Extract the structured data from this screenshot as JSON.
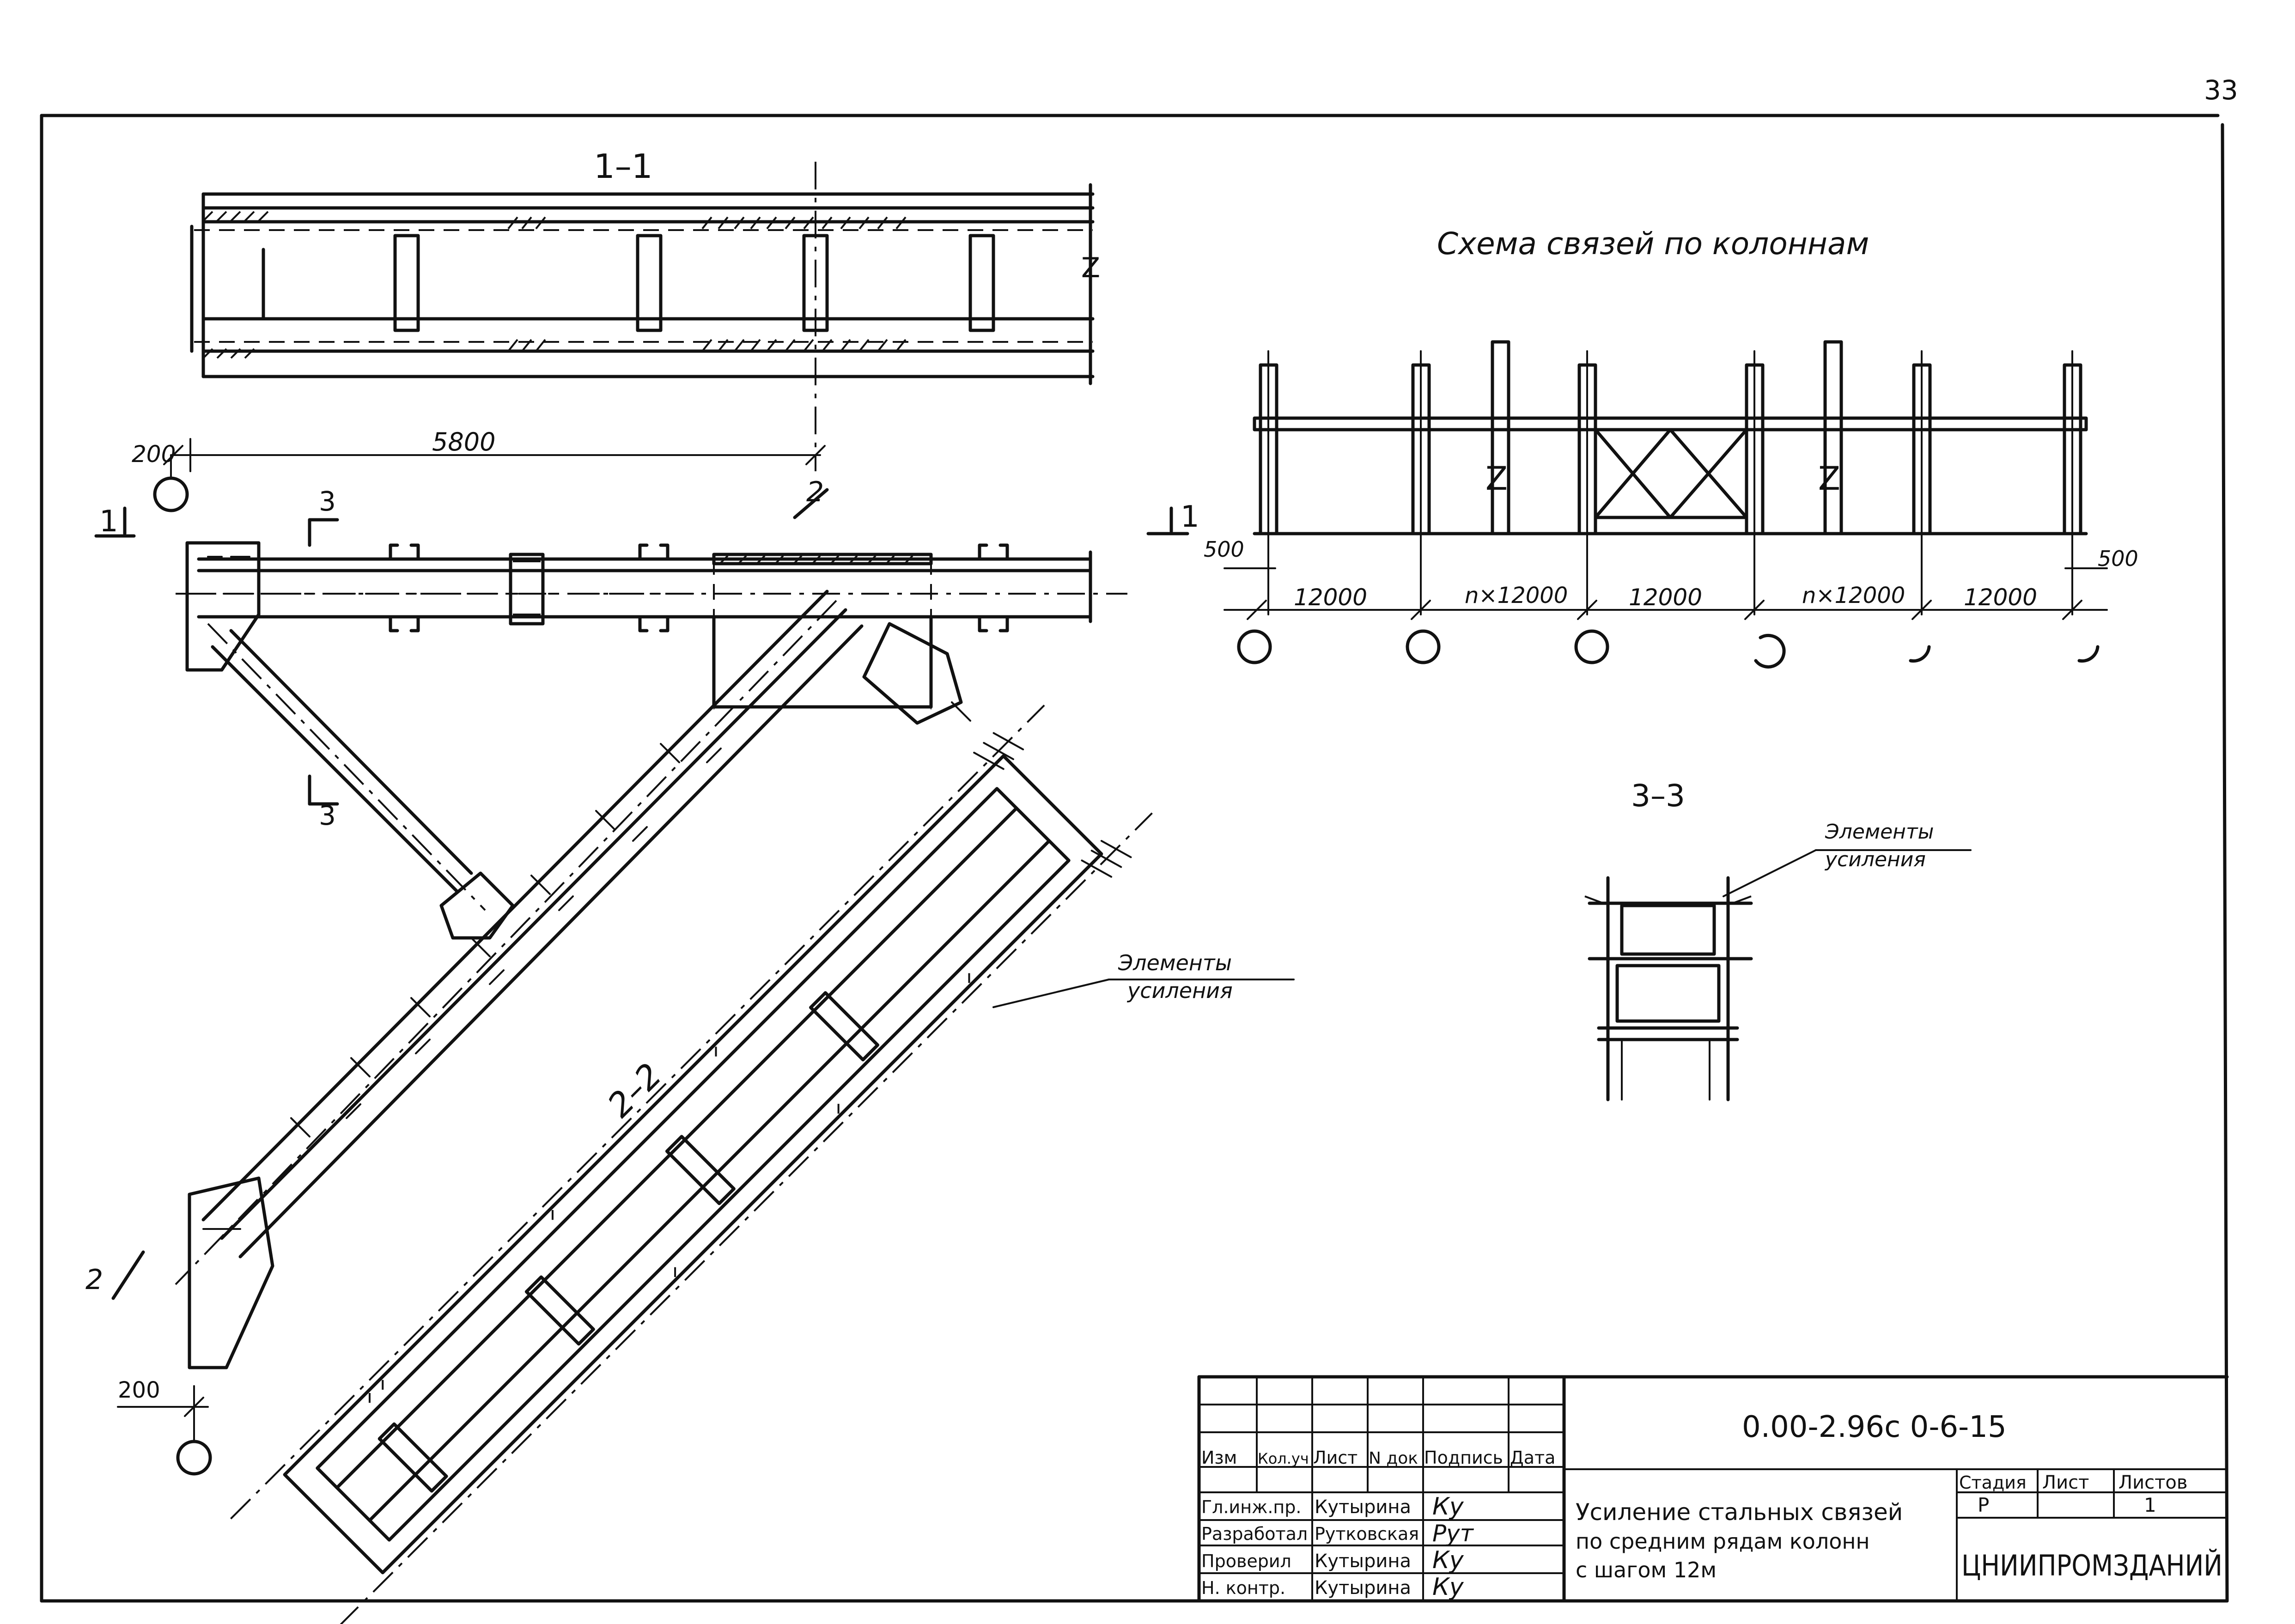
{
  "page_number": "33",
  "sections": {
    "s11": "1–1",
    "s22": "2–2",
    "s33": "3–3",
    "cut1": "1",
    "cut2": "2",
    "cut3": "3"
  },
  "dims": {
    "d200a": "200",
    "d5800": "5800",
    "d500": "500",
    "d12000": "12000",
    "dn12000": "n×12000",
    "d200b": "200"
  },
  "scheme_title": "Схема связей по колоннам",
  "labels": {
    "reinforcement_a": "Элементы",
    "reinforcement_b": "усиления",
    "break": "Z"
  },
  "title_block": {
    "doc_code": "0.00-2.96с 0-6-15",
    "header": [
      "Изм",
      "Кол.уч",
      "Лист",
      "N док",
      "Подпись",
      "Дата"
    ],
    "rows": [
      {
        "role": "Гл.инж.пр.",
        "name": "Кутырина",
        "sig": "Ку"
      },
      {
        "role": "Разработал",
        "name": "Рутковская",
        "sig": "Рут"
      },
      {
        "role": "Проверил",
        "name": "Кутырина",
        "sig": "Ку"
      },
      {
        "role": "Н. контр.",
        "name": "Кутырина",
        "sig": "Ку"
      }
    ],
    "title_lines": [
      "Усиление стальных связей",
      "по средним рядам колонн",
      "с шагом 12м"
    ],
    "stage_header": "Стадия",
    "sheet_header": "Лист",
    "sheets_header": "Листов",
    "stage": "Р",
    "sheets": "1",
    "organization": "ЦНИИПРОМЗДАНИЙ"
  }
}
